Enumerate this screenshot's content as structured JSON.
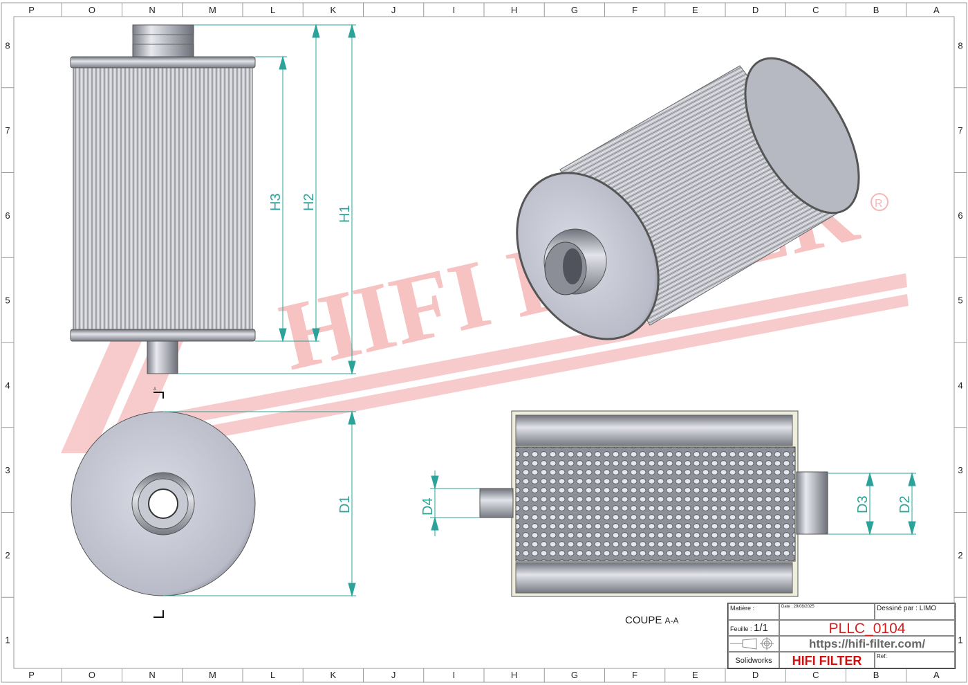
{
  "border": {
    "columns": [
      "P",
      "O",
      "N",
      "M",
      "L",
      "K",
      "J",
      "I",
      "H",
      "G",
      "F",
      "E",
      "D",
      "C",
      "B",
      "A"
    ],
    "rows": [
      "8",
      "7",
      "6",
      "5",
      "4",
      "3",
      "2",
      "1"
    ]
  },
  "watermark": {
    "text": "HIFI FILTER",
    "symbol": "®",
    "color": "#f4b8b8"
  },
  "dimensions": {
    "front_view": [
      "H3",
      "H2",
      "H1"
    ],
    "end_view": [
      "D1"
    ],
    "section_view": [
      "D4",
      "D3",
      "D2"
    ],
    "color": "#2aa39a"
  },
  "section_marker": "A",
  "section_title": {
    "main": "COUPE",
    "suffix": "A-A"
  },
  "title_block": {
    "matiere_label": "Matière :",
    "date": "Date : 29/08/2025",
    "dessine_par": "Dessiné par : LIMO",
    "feuille_label": "Feuille :",
    "feuille_value": "1/1",
    "part_code": "PLLC_0104",
    "url": "https://hifi-filter.com/",
    "software": "Solidworks",
    "brand": "HIFI FILTER",
    "ref_label": "Ref:"
  }
}
